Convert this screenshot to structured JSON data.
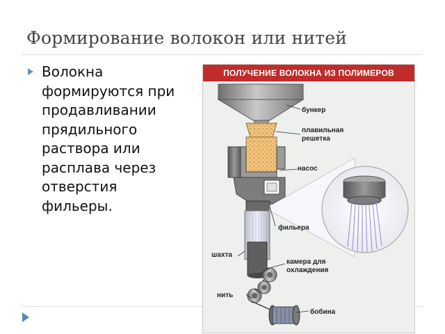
{
  "slide": {
    "title": "Формирование волокон или нитей",
    "bullet_text": "Волокна\nформируются при\nпродавливании\nпрядильного\nраствора или\nрасплава через\nотверстия\nфильеры."
  },
  "figure": {
    "header": "ПОЛУЧЕНИЕ ВОЛОКНА ИЗ ПОЛИМЕРОВ",
    "labels": {
      "bunker": "бункер",
      "grid_line1": "плавильная",
      "grid_line2": "решетка",
      "pump": "насос",
      "spinneret": "фильера",
      "shaft": "шахта",
      "chamber_line1": "камера для",
      "chamber_line2": "охлаждения",
      "thread": "нить",
      "bobbin": "бобина"
    }
  },
  "colors": {
    "header": "#bf2c2a",
    "machine_gray": "#8e8e8e",
    "polymer": "#f0c27a",
    "fibers": "#9b8fd6"
  }
}
